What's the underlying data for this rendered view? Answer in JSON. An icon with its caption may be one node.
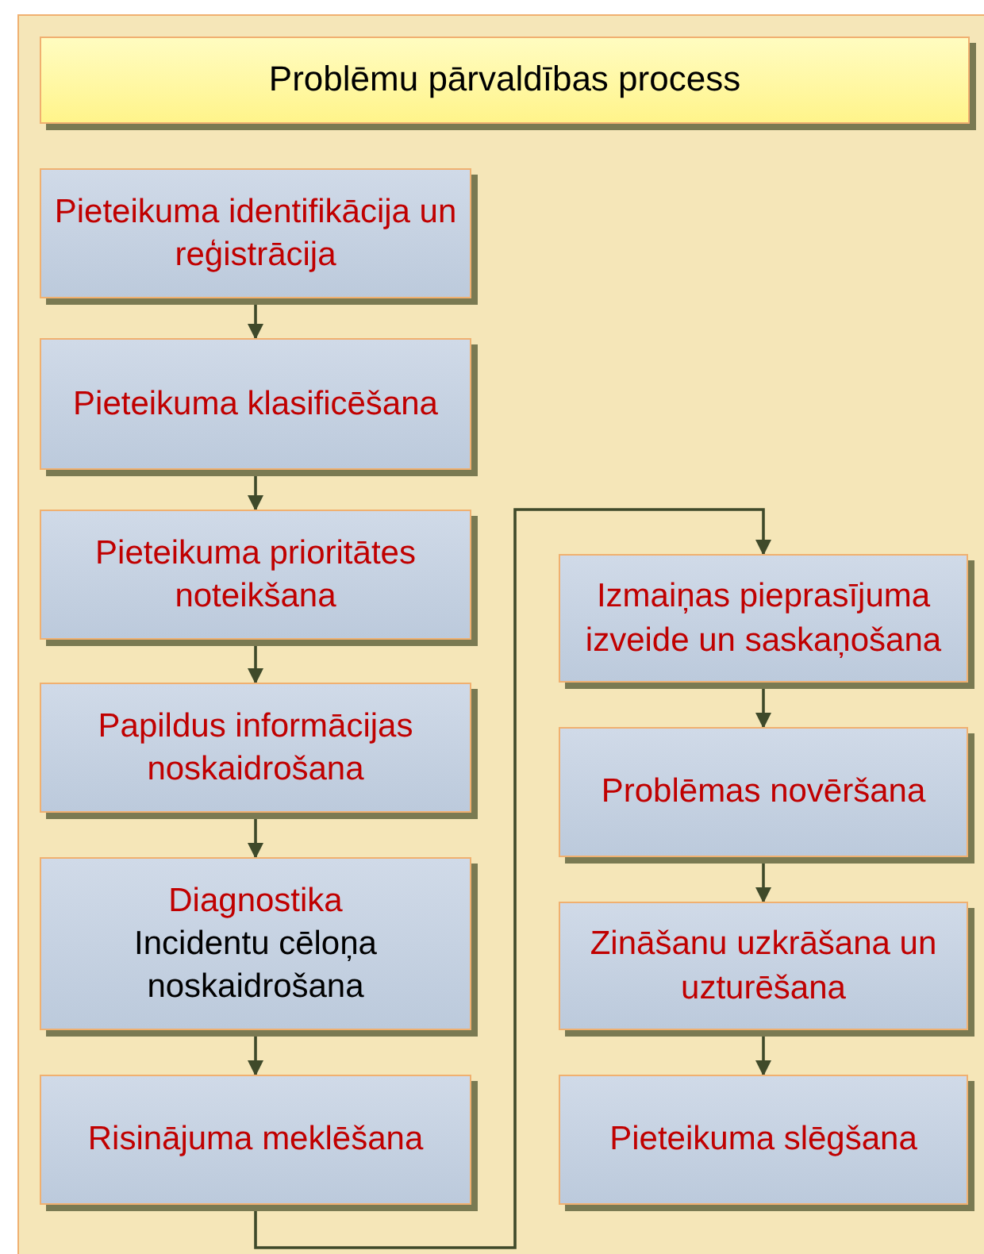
{
  "diagram": {
    "nodes": [
      {
        "text": [
          "Problēmu pārvaldības process"
        ]
      },
      {
        "text": [
          "Pieteikuma identifikācija un reģistrācija"
        ]
      },
      {
        "text": [
          "Pieteikuma klasificēšana"
        ]
      },
      {
        "text": [
          "Pieteikuma prioritātes noteikšana"
        ]
      },
      {
        "text": [
          "Papildus informācijas noskaidrošana"
        ]
      },
      {
        "text": [
          "Diagnostika",
          "Incidentu cēloņa noskaidrošana"
        ]
      },
      {
        "text": [
          "Risinājuma meklēšana"
        ]
      },
      {
        "text": [
          "Izmaiņas pieprasījuma izveide un saskaņošana"
        ]
      },
      {
        "text": [
          "Problēmas novēršana"
        ]
      },
      {
        "text": [
          "Zināšanu uzkrāšana un uzturēšana"
        ]
      },
      {
        "text": [
          "Pieteikuma slēgšana"
        ]
      }
    ],
    "edges": [
      {
        "from": 1,
        "to": 2,
        "arrow": "to"
      },
      {
        "from": 2,
        "to": 3,
        "arrow": "to"
      },
      {
        "from": 3,
        "to": 4,
        "arrow": "to"
      },
      {
        "from": 4,
        "to": 5,
        "arrow": "to"
      },
      {
        "from": 5,
        "to": 6,
        "arrow": "to"
      },
      {
        "from": 6,
        "to": 7,
        "arrow": "to"
      },
      {
        "from": 7,
        "to": 8,
        "arrow": "to"
      },
      {
        "from": 8,
        "to": 9,
        "arrow": "to"
      },
      {
        "from": 9,
        "to": 10,
        "arrow": "to"
      }
    ]
  }
}
